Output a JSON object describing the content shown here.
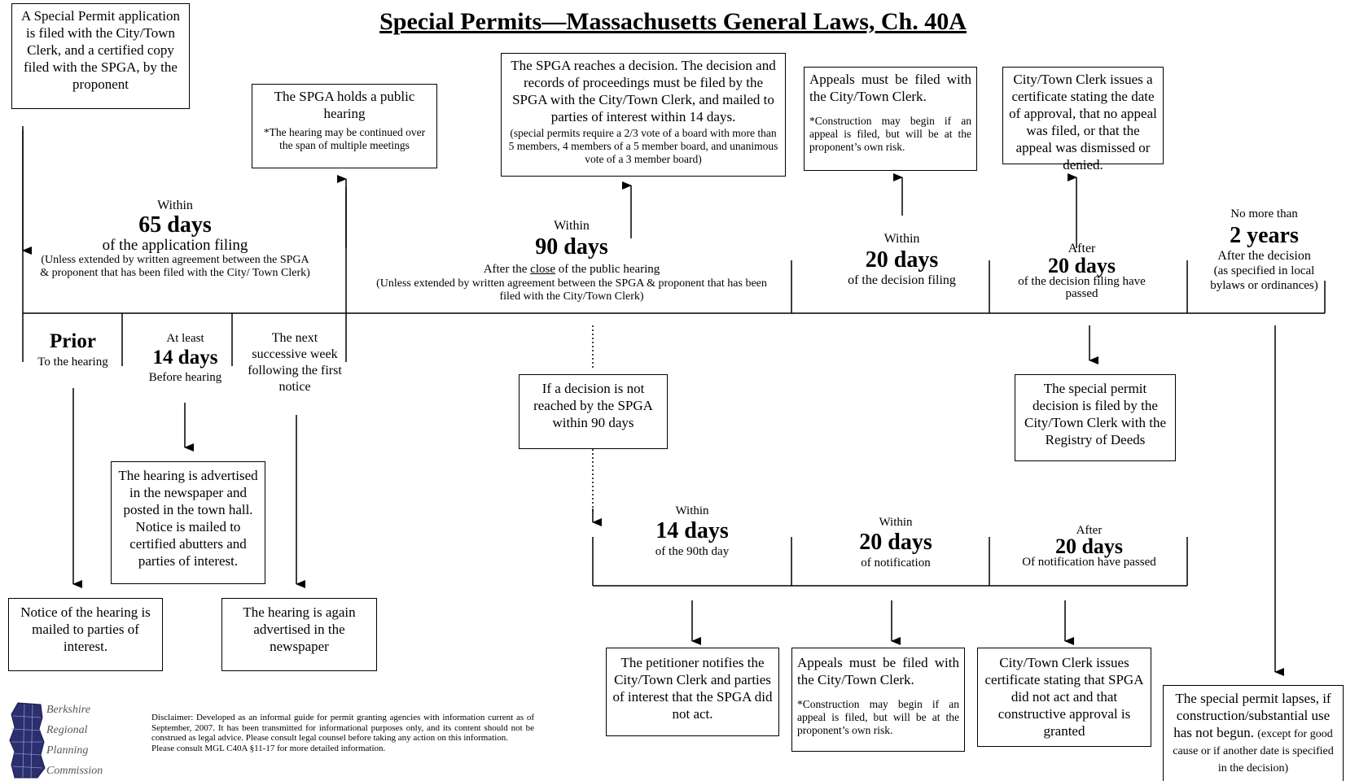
{
  "title": "Special Permits—Massachusetts General Laws, Ch. 40A",
  "boxes": {
    "application": "A Special Permit application is filed with the City/Town Clerk, and a certified copy filed with the SPGA, by the proponent",
    "hearing_main": "The SPGA holds a public hearing",
    "hearing_note": "*The hearing may be continued over the span of multiple meetings",
    "decision_main": "The SPGA reaches a decision. The decision and records of  proceedings must be filed by the SPGA with the City/Town Clerk, and mailed to parties of interest within 14 days.",
    "decision_note": "(special permits require a 2/3 vote of a board with more than 5 members, 4 members of a 5 member board, and unanimous vote of a 3 member board)",
    "appeals_top_main": "Appeals must be filed with the City/Town Clerk.",
    "appeals_top_note": "*Construction may begin if an appeal is filed, but will be at the proponent’s own risk.",
    "certificate_top": "City/Town Clerk issues a certificate stating the date of approval, that no appeal was filed, or that the appeal was dismissed or  denied.",
    "notice_mailed": "Notice of the hearing is mailed to parties of interest.",
    "advertised": "The hearing is advertised in the newspaper and posted in the town hall.  Notice is mailed to certified abutters and parties of interest.",
    "again_advertised": "The hearing is again advertised in the newspaper",
    "not_reached": "If a decision is not reached by the SPGA within 90 days",
    "registry": "The special permit decision is filed by the City/Town Clerk  with the  Registry of Deeds",
    "petitioner": "The petitioner notifies the City/Town Clerk and parties of interest that the SPGA did not act.",
    "appeals_bottom_main": "Appeals must be filed with the City/Town Clerk.",
    "appeals_bottom_note": "*Construction may begin if an appeal is filed, but will be at the proponent’s own risk.",
    "constructive": "City/Town Clerk issues certificate stating that SPGA did not act and that constructive approval is granted",
    "lapse_main": "The special permit lapses, if construction/substantial use has not begun.",
    "lapse_note": "(except for good cause or if another date is specified in the decision)"
  },
  "labels": {
    "within65": {
      "pre": "Within",
      "big": "65 days",
      "mid": "of the application filing",
      "sub": "(Unless extended by written agreement between the SPGA & proponent that has been filed with the  City/ Town Clerk)"
    },
    "within90": {
      "pre": "Within",
      "big": "90 days",
      "after_a": "After the ",
      "after_u": "close",
      "after_b": " of the public hearing",
      "sub": "(Unless extended by written agreement between the SPGA & proponent that has been filed with the  City/Town Clerk)"
    },
    "within20_decision": {
      "pre": "Within",
      "big": "20 days",
      "mid": "of the decision filing"
    },
    "after20_decision": {
      "pre": "After",
      "big": "20 days",
      "sub": "of the decision filing have passed"
    },
    "nomore2": {
      "pre": "No more than",
      "big": "2 years",
      "mid": "After the decision",
      "sub": "(as specified in local bylaws or ordinances)"
    },
    "prior": {
      "big": "Prior",
      "sub": "To the hearing"
    },
    "atleast14": {
      "pre": "At least",
      "big": "14 days",
      "sub": "Before hearing"
    },
    "nextweek": "The next successive week following the first notice",
    "within14_90th": {
      "pre": "Within",
      "big": "14 days",
      "sub": "of the 90th day"
    },
    "within20_notif": {
      "pre": "Within",
      "big": "20 days",
      "sub": "of notification"
    },
    "after20_notif": {
      "pre": "After",
      "big": "20 days",
      "sub": "Of notification have passed"
    }
  },
  "logo": {
    "line1": "Berkshire",
    "line2": "Regional",
    "line3": "Planning",
    "line4": "Commission"
  },
  "disclaimer": {
    "text": "Disclaimer: Developed as an informal guide for permit granting agencies with information current as of September, 2007.  It has been transmitted for informational purposes only, and its content should not be construed as legal advice. Please consult legal counsel before taking any action on this information.",
    "ref": "Please consult MGL C40A §11-17 for more detailed information."
  }
}
